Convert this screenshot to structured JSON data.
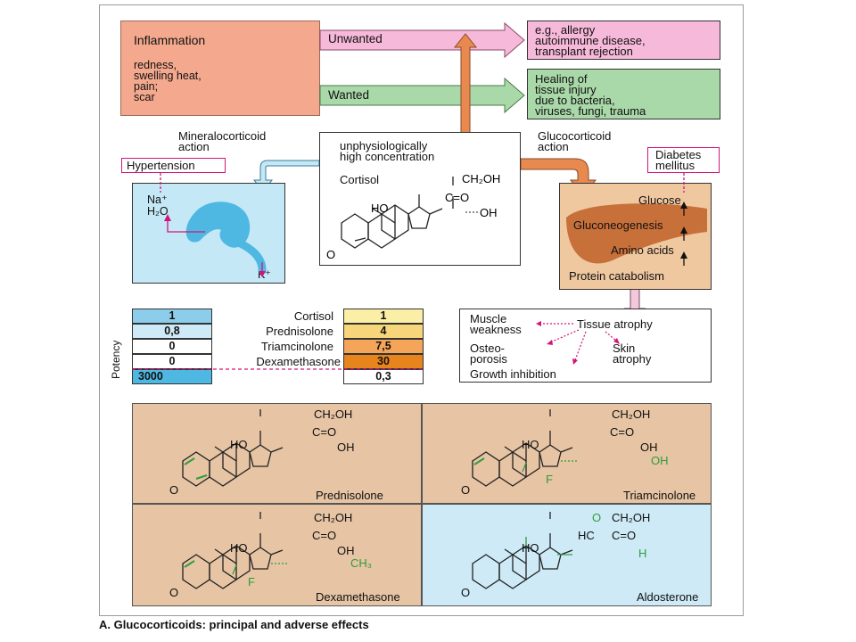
{
  "inflammation": {
    "title": "Inflammation",
    "signs": [
      "redness,",
      "swelling heat,",
      "pain;",
      "scar"
    ]
  },
  "arrows": {
    "unwanted": "Unwanted",
    "wanted": "Wanted"
  },
  "unwanted_effects": [
    "e.g., allergy",
    "autoimmune disease,",
    "transplant rejection"
  ],
  "wanted_effects": [
    "Healing of",
    "tissue injury",
    "due to bacteria,",
    "viruses, fungi, trauma"
  ],
  "mineralocorticoid": [
    "Mineralocorticoid",
    "action"
  ],
  "glucocorticoid": [
    "Glucocorticoid",
    "action"
  ],
  "concentration": [
    "unphysiologically",
    "high concentration"
  ],
  "cortisol": {
    "label": "Cortisol",
    "ch2oh": "CH₂OH",
    "co": "C=O",
    "ho": "HO",
    "oh": "OH",
    "o": "O"
  },
  "kidney": {
    "hypertension": "Hypertension",
    "na": "Na⁺",
    "h2o": "H₂O",
    "k": "K⁺"
  },
  "diabetes": [
    "Diabetes",
    "mellitus"
  ],
  "metabolism": [
    "Glucose",
    "Gluconeogenesis",
    "Amino acids",
    "Protein catabolism"
  ],
  "potency": {
    "axis_label": "Potency",
    "rows": [
      {
        "name": "Cortisol",
        "mineralo": "1",
        "gluco": "1"
      },
      {
        "name": "Prednisolone",
        "mineralo": "0,8",
        "gluco": "4"
      },
      {
        "name": "Triamcinolone",
        "mineralo": "0",
        "gluco": "7,5"
      },
      {
        "name": "Dexamethasone",
        "mineralo": "0",
        "gluco": "30"
      },
      {
        "name": "",
        "mineralo": "3000",
        "gluco": "0,3"
      }
    ]
  },
  "atrophy": {
    "tissue": "Tissue atrophy",
    "muscle": [
      "Muscle",
      "weakness"
    ],
    "osteo": [
      "Osteo-",
      "porosis"
    ],
    "skin": [
      "Skin",
      "atrophy"
    ],
    "growth": "Growth inhibition"
  },
  "structures": {
    "prednisolone": "Prednisolone",
    "triamcinolone": "Triamcinolone",
    "dexamethasone": "Dexamethasone",
    "aldosterone": "Aldosterone",
    "ch2oh": "CH₂OH",
    "co": "C=O",
    "ho": "HO",
    "oh": "OH",
    "o": "O",
    "f": "F",
    "ch3": "CH₃",
    "hc": "HC",
    "h": "H"
  },
  "caption": "A. Glucocorticoids: principal and adverse effects",
  "colors": {
    "inflammation": "#f4a98e",
    "unwanted": "#f7b9d9",
    "wanted": "#a9d8a9",
    "kidney_bg": "#c4e8f6",
    "kidney": "#4fb8e2",
    "orange": "#e88a50",
    "liver_bg": "#f0c8a0",
    "liver": "#c8703a",
    "struct_bg": "#e6c4a4",
    "aldo_bg": "#cdeaf6",
    "magenta": "#d0157a",
    "green": "#2e9e3e"
  }
}
